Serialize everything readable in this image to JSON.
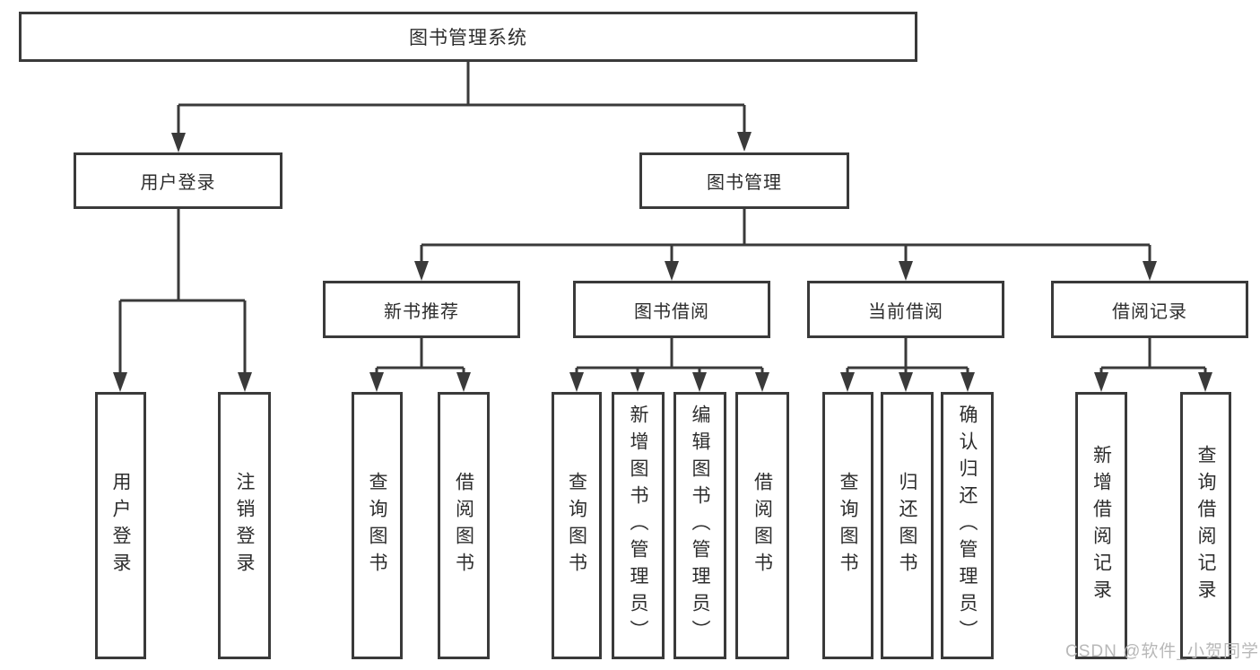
{
  "tree": {
    "label": "图书管理系统",
    "children": [
      {
        "label": "用户登录",
        "children": [
          {
            "label": "用户登录"
          },
          {
            "label": "注销登录"
          }
        ]
      },
      {
        "label": "图书管理",
        "children": [
          {
            "label": "新书推荐",
            "children": [
              {
                "label": "查询图书"
              },
              {
                "label": "借阅图书"
              }
            ]
          },
          {
            "label": "图书借阅",
            "children": [
              {
                "label": "查询图书"
              },
              {
                "label": "新增图书（管理员）"
              },
              {
                "label": "编辑图书（管理员）"
              },
              {
                "label": "借阅图书"
              }
            ]
          },
          {
            "label": "当前借阅",
            "children": [
              {
                "label": "查询图书"
              },
              {
                "label": "归还图书"
              },
              {
                "label": "确认归还（管理员）"
              }
            ]
          },
          {
            "label": "借阅记录",
            "children": [
              {
                "label": "新增借阅记录"
              },
              {
                "label": "查询借阅记录"
              }
            ]
          }
        ]
      }
    ]
  },
  "watermark": {
    "text": "CSDN @软件_小贺同学"
  },
  "colors": {
    "line": "#3a3a3a",
    "text": "#2d2d2d",
    "watermark": "#b8b8b8",
    "background": "#ffffff"
  }
}
